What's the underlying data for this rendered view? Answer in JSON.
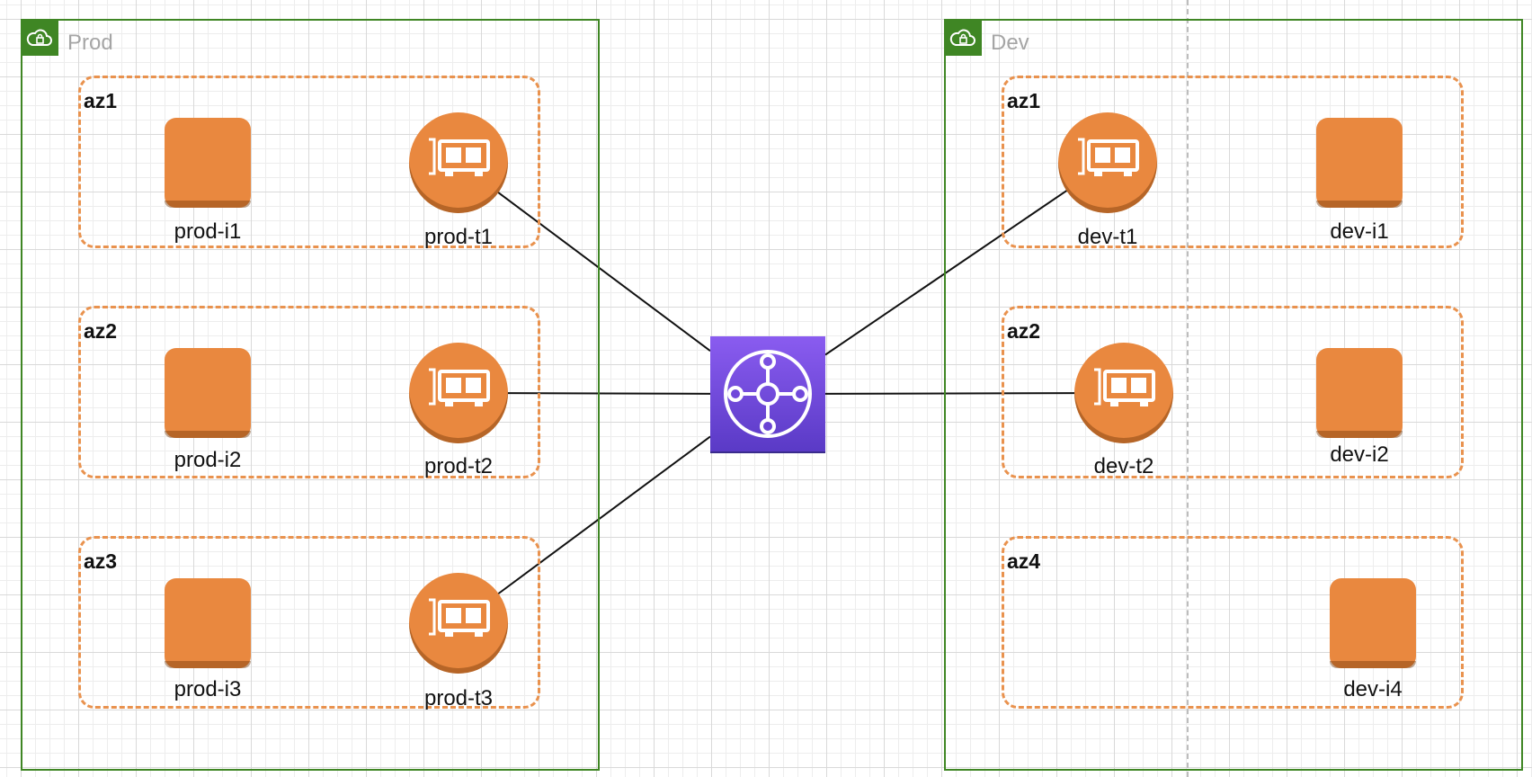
{
  "colors": {
    "vpc_border": "#3f8624",
    "vpc_badge": "#3f8624",
    "vpc_label": "#a5a5a5",
    "az_border": "#e9924e",
    "node_fill": "#e9883f",
    "node_fill_light": "#ef9a5a",
    "gateway_top": "#8a5cf0",
    "gateway_bottom": "#5a3ac6",
    "line": "#111111"
  },
  "icons": {
    "vpc": "cloud-lock-icon",
    "instance": "instance-icon",
    "nic": "network-interface-icon",
    "gateway": "transit-gateway-icon"
  },
  "vpcs": [
    {
      "label": "Prod",
      "zones": [
        {
          "label": "az1",
          "nodes": [
            {
              "type": "instance",
              "label": "prod-i1"
            },
            {
              "type": "nic",
              "label": "prod-t1"
            }
          ]
        },
        {
          "label": "az2",
          "nodes": [
            {
              "type": "instance",
              "label": "prod-i2"
            },
            {
              "type": "nic",
              "label": "prod-t2"
            }
          ]
        },
        {
          "label": "az3",
          "nodes": [
            {
              "type": "instance",
              "label": "prod-i3"
            },
            {
              "type": "nic",
              "label": "prod-t3"
            }
          ]
        }
      ]
    },
    {
      "label": "Dev",
      "zones": [
        {
          "label": "az1",
          "nodes": [
            {
              "type": "nic",
              "label": "dev-t1"
            },
            {
              "type": "instance",
              "label": "dev-i1"
            }
          ]
        },
        {
          "label": "az2",
          "nodes": [
            {
              "type": "nic",
              "label": "dev-t2"
            },
            {
              "type": "instance",
              "label": "dev-i2"
            }
          ]
        },
        {
          "label": "az4",
          "nodes": [
            {
              "type": "instance",
              "label": "dev-i4"
            }
          ]
        }
      ]
    }
  ],
  "connections": [
    {
      "from": "prod-t1",
      "to": "transit-gateway"
    },
    {
      "from": "prod-t2",
      "to": "transit-gateway"
    },
    {
      "from": "prod-t3",
      "to": "transit-gateway"
    },
    {
      "from": "transit-gateway",
      "to": "dev-t1"
    },
    {
      "from": "transit-gateway",
      "to": "dev-t2"
    }
  ]
}
